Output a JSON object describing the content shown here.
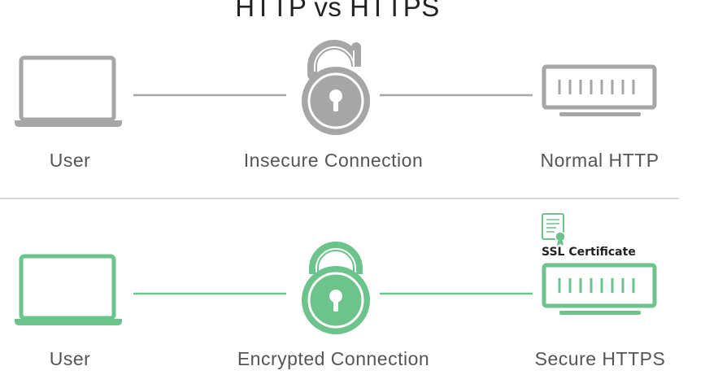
{
  "title": "HTTP vs HTTPS",
  "colors": {
    "insecure": "#a6a6a6",
    "secure": "#6cc38c",
    "divider": "#cccccc"
  },
  "rows": [
    {
      "user_label": "User",
      "connection_label": "Insecure Connection",
      "server_label": "Normal HTTP",
      "lock_state": "open"
    },
    {
      "user_label": "User",
      "connection_label": "Encrypted Connection",
      "server_label": "Secure HTTPS",
      "lock_state": "closed",
      "certificate_label": "SSL Certificate"
    }
  ]
}
